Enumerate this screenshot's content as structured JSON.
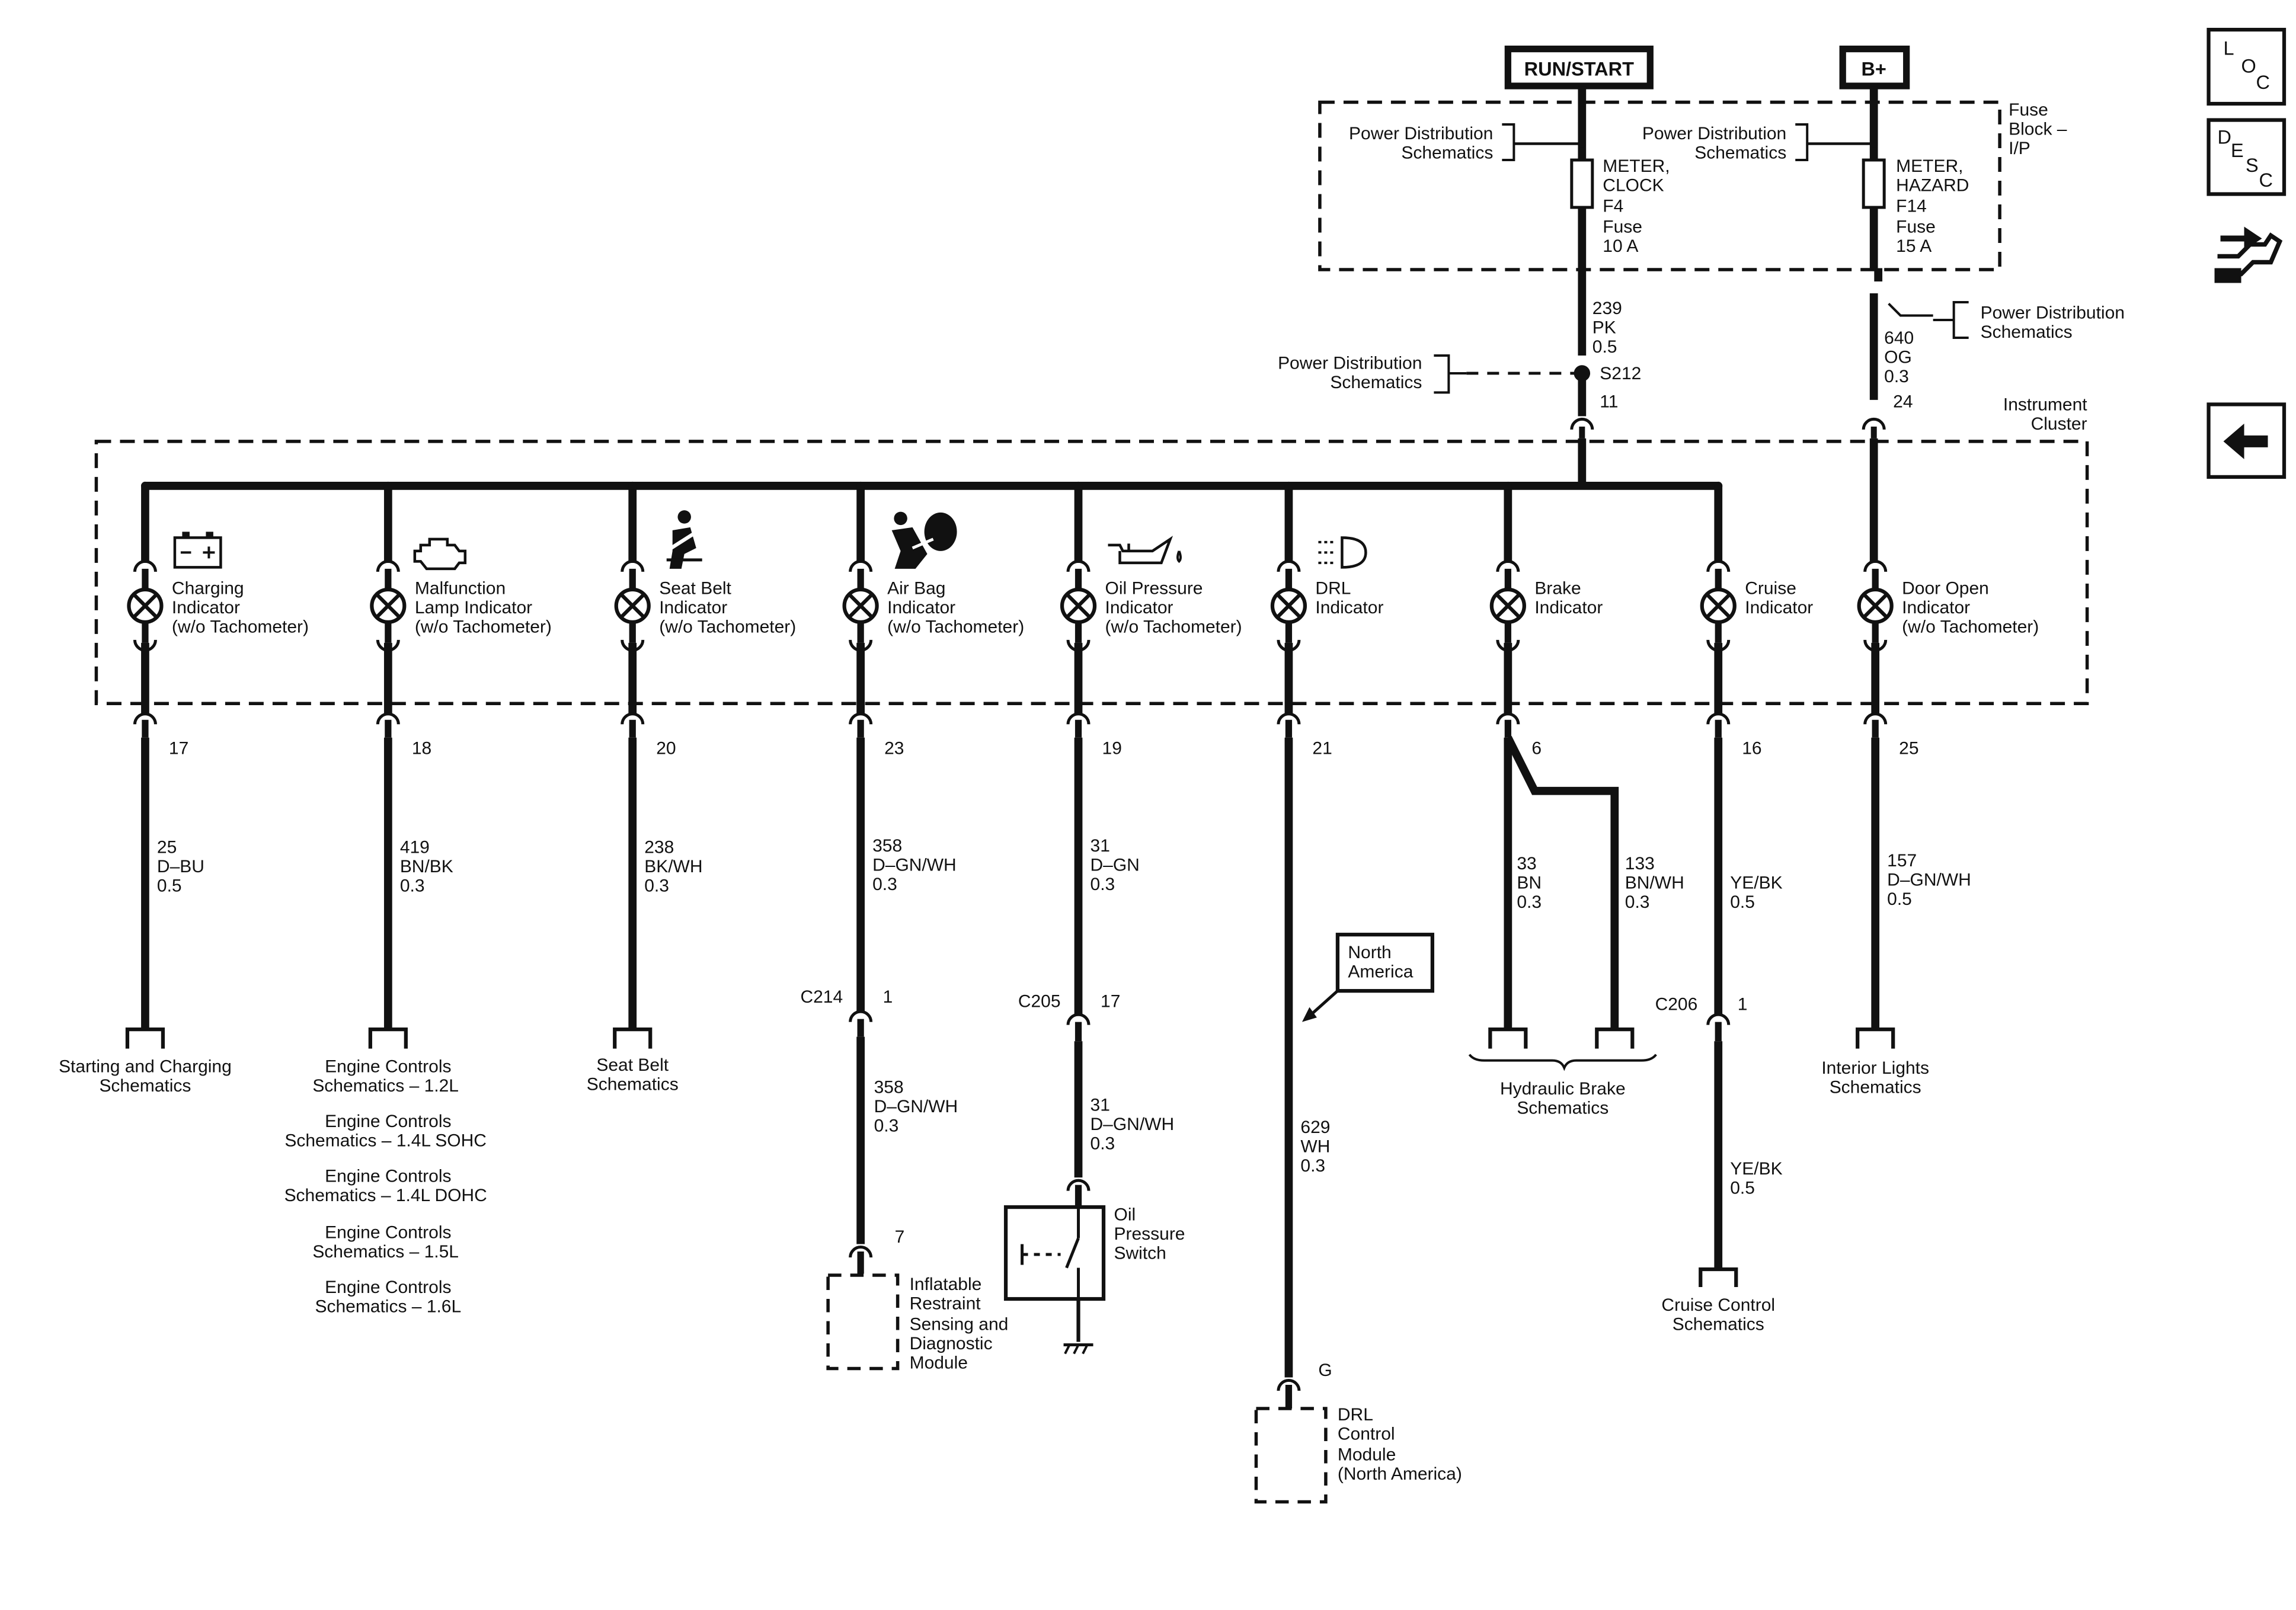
{
  "power": {
    "run_start": "RUN/START",
    "bplus": "B+"
  },
  "fuse_block": {
    "label": [
      "Fuse",
      "Block –",
      "I/P"
    ],
    "pd_left": [
      "Power Distribution",
      "Schematics"
    ],
    "pd_right": [
      "Power Distribution",
      "Schematics"
    ],
    "fuse1": [
      "METER,",
      "CLOCK",
      "F4",
      "Fuse",
      "10 A"
    ],
    "fuse2": [
      "METER,",
      "HAZARD",
      "F14",
      "Fuse",
      "15 A"
    ]
  },
  "feed_wires": {
    "w1": [
      "239",
      "PK",
      "0.5"
    ],
    "w2": [
      "640",
      "OG",
      "0.3"
    ],
    "splice": "S212",
    "pd_splice": [
      "Power Distribution",
      "Schematics"
    ],
    "pd_w2": [
      "Power Distribution",
      "Schematics"
    ],
    "pin_a": "11",
    "pin_b": "24"
  },
  "cluster": {
    "label": [
      "Instrument",
      "Cluster"
    ]
  },
  "indicators": [
    {
      "label": [
        "Charging",
        "Indicator",
        "(w/o Tachometer)"
      ],
      "pin": "17",
      "wire": [
        "25",
        "D–BU",
        "0.5"
      ]
    },
    {
      "label": [
        "Malfunction",
        "Lamp Indicator",
        "(w/o Tachometer)"
      ],
      "pin": "18",
      "wire": [
        "419",
        "BN/BK",
        "0.3"
      ]
    },
    {
      "label": [
        "Seat Belt",
        "Indicator",
        "(w/o Tachometer)"
      ],
      "pin": "20",
      "wire": [
        "238",
        "BK/WH",
        "0.3"
      ]
    },
    {
      "label": [
        "Air Bag",
        "Indicator",
        "(w/o Tachometer)"
      ],
      "pin": "23",
      "wire": [
        "358",
        "D–GN/WH",
        "0.3"
      ]
    },
    {
      "label": [
        "Oil Pressure",
        "Indicator",
        "(w/o Tachometer)"
      ],
      "pin": "19",
      "wire": [
        "31",
        "D–GN",
        "0.3"
      ]
    },
    {
      "label": [
        "DRL",
        "Indicator"
      ],
      "pin": "21",
      "wire": [
        "629",
        "WH",
        "0.3"
      ]
    },
    {
      "label": [
        "Brake",
        "Indicator"
      ],
      "pin": "6",
      "wire": [
        "33",
        "BN",
        "0.3"
      ]
    },
    {
      "label": [
        "Cruise",
        "Indicator"
      ],
      "pin": "16",
      "wire": [
        "YE/BK",
        "0.5"
      ]
    },
    {
      "label": [
        "Door Open",
        "Indicator",
        "(w/o Tachometer)"
      ],
      "pin": "25",
      "wire": [
        "157",
        "D–GN/WH",
        "0.5"
      ]
    }
  ],
  "brake_second_wire": [
    "133",
    "BN/WH",
    "0.3"
  ],
  "connectors": {
    "c214": "C214",
    "c214_pin": "1",
    "c205": "C205",
    "c205_pin": "17",
    "c206": "C206",
    "c206_pin": "1",
    "airbag_lower_wire": [
      "358",
      "D–GN/WH",
      "0.3"
    ],
    "oil_lower_wire": [
      "31",
      "D–GN/WH",
      "0.3"
    ],
    "cruise_lower_wire": [
      "YE/BK",
      "0.5"
    ],
    "airbag_module_pin": "7",
    "drl_module_pin": "G"
  },
  "destinations": {
    "charging": [
      "Starting and Charging",
      "Schematics"
    ],
    "engine": [
      "Engine Controls",
      "Schematics – 1.2L",
      "Engine Controls",
      "Schematics – 1.4L SOHC",
      "Engine Controls",
      "Schematics – 1.4L DOHC",
      "Engine Controls",
      "Schematics – 1.5L",
      "Engine Controls",
      "Schematics – 1.6L"
    ],
    "seatbelt": [
      "Seat Belt",
      "Schematics"
    ],
    "hydraulic": [
      "Hydraulic Brake",
      "Schematics"
    ],
    "interior": [
      "Interior Lights",
      "Schematics"
    ],
    "cruise": [
      "Cruise Control",
      "Schematics"
    ]
  },
  "modules": {
    "airbag": [
      "Inflatable",
      "Restraint",
      "Sensing and",
      "Diagnostic",
      "Module"
    ],
    "oil_switch": [
      "Oil",
      "Pressure",
      "Switch"
    ],
    "drl": [
      "DRL",
      "Control",
      "Module",
      "(North America)"
    ]
  },
  "north_america": [
    "North",
    "America"
  ],
  "side_icons": {
    "loc": [
      "L",
      "O",
      "C"
    ],
    "desc": [
      "D",
      "E",
      "S",
      "C"
    ]
  }
}
